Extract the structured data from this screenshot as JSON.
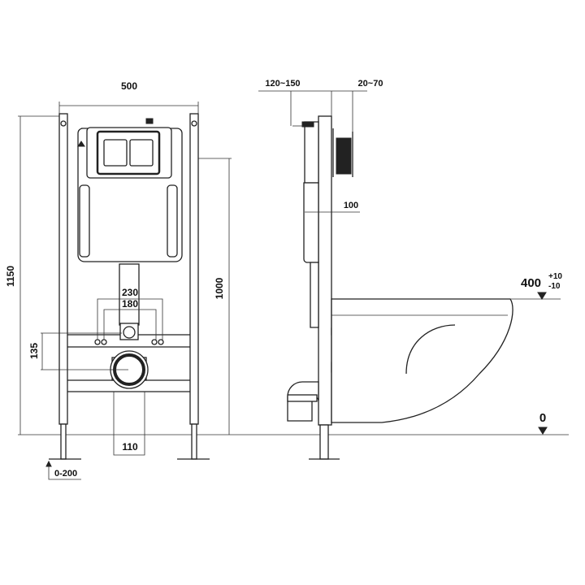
{
  "drawing": {
    "front_view": {
      "width": "500",
      "height_total": "1150",
      "height_support": "1000",
      "bolt_spacing_outer": "230",
      "bolt_spacing_inner": "180",
      "outlet_offset": "135",
      "outlet_diameter": "110",
      "leg_adjust": "0-200"
    },
    "side_view": {
      "wall_depth": "120~150",
      "plate_depth": "20~70",
      "frame_depth": "100",
      "bowl_height": "400",
      "bowl_tol_plus": "+10",
      "bowl_tol_minus": "-10",
      "floor_level": "0"
    }
  }
}
